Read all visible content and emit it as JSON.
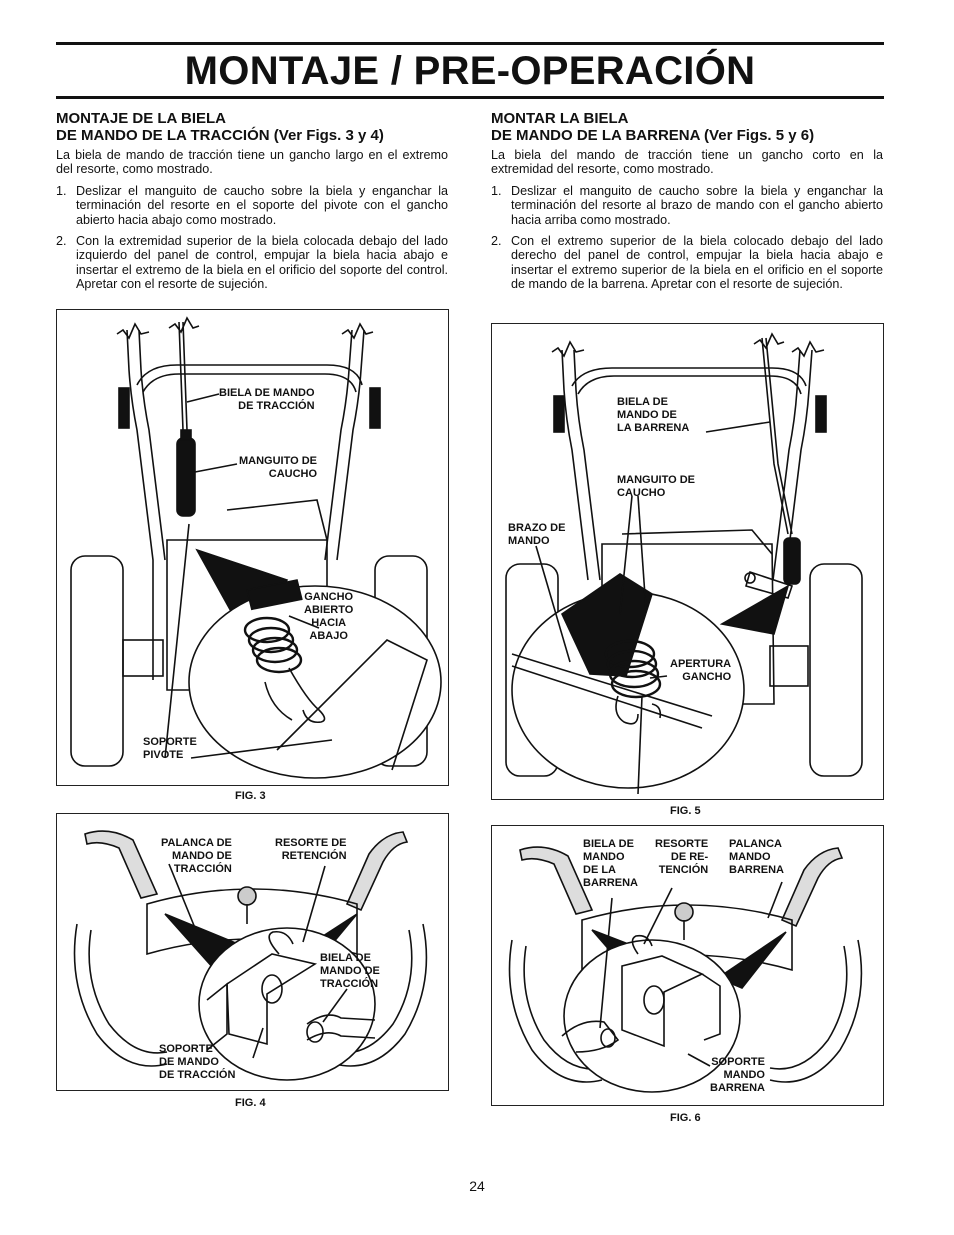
{
  "page": {
    "title": "MONTAJE / PRE-OPERACIÓN",
    "page_number": "24"
  },
  "left": {
    "heading_line1": "MONTAJE DE LA BIELA",
    "heading_line2": "DE MANDO DE LA TRACCIÓN (Ver Figs. 3 y 4)",
    "intro": "La biela de mando de tracción tiene un gancho largo en el extremo del resorte, como mostrado.",
    "steps": [
      {
        "num": "1.",
        "text": "Deslizar el manguito de caucho sobre la biela y enganchar la terminación del resorte en el soporte del pivote con el gancho abierto hacia abajo como mostrado."
      },
      {
        "num": "2.",
        "text": "Con la extremidad superior de la biela colocada debajo del lado izquierdo del panel de control, empujar la biela hacia abajo e insertar el extremo de la biela en el orificio del soporte del control. Apretar con el resorte de sujeción."
      }
    ]
  },
  "right": {
    "heading_line1": "MONTAR LA BIELA",
    "heading_line2": "DE MANDO DE LA BARRENA (Ver Figs. 5 y 6)",
    "intro": "La biela del mando de tracción tiene un gancho corto en la extremidad del resorte, como mostrado.",
    "steps": [
      {
        "num": "1.",
        "text": "Deslizar el manguito de caucho sobre la biela y enganchar la terminación del resorte al brazo de mando con el gancho abierto hacia arriba como mostrado."
      },
      {
        "num": "2.",
        "text": "Con el extremo superior de la biela colocado debajo del lado derecho del panel de control, empujar la biela hacia abajo e insertar el extremo superior de la biela en el orificio en el soporte de mando de la barrena. Apretar con el resorte de sujeción."
      }
    ]
  },
  "fig3": {
    "caption": "FIG. 3",
    "label_rod": "BIELA DE MANDO\nDE TRACCIÓN",
    "label_sleeve": "MANGUITO DE\nCAUCHO",
    "label_hook": "GANCHO\nABIERTO\nHACIA\nABAJO",
    "label_pivot": "SOPORTE\nPIVOTE"
  },
  "fig4": {
    "caption": "FIG. 4",
    "label_lever": "PALANCA DE\nMANDO DE\nTRACCIÓN",
    "label_spring": "RESORTE DE\nRETENCIÓN",
    "label_rod": "BIELA DE\nMANDO DE\nTRACCIÓN",
    "label_bracket": "SOPORTE\nDE MANDO\nDE TRACCIÓN"
  },
  "fig5": {
    "caption": "FIG. 5",
    "label_rod": "BIELA DE\nMANDO DE\nLA BARRENA",
    "label_sleeve": "MANGUITO DE\nCAUCHO",
    "label_arm": "BRAZO DE\nMANDO",
    "label_hook": "APERTURA\nGANCHO"
  },
  "fig6": {
    "caption": "FIG. 6",
    "label_rod": "BIELA DE\nMANDO\nDE LA\nBARRENA",
    "label_spring": "RESORTE\nDE RE-\nTENCIÓN",
    "label_lever": "PALANCA\nMANDO\nBARRENA",
    "label_bracket": "SOPORTE\nMANDO\nBARRENA"
  }
}
